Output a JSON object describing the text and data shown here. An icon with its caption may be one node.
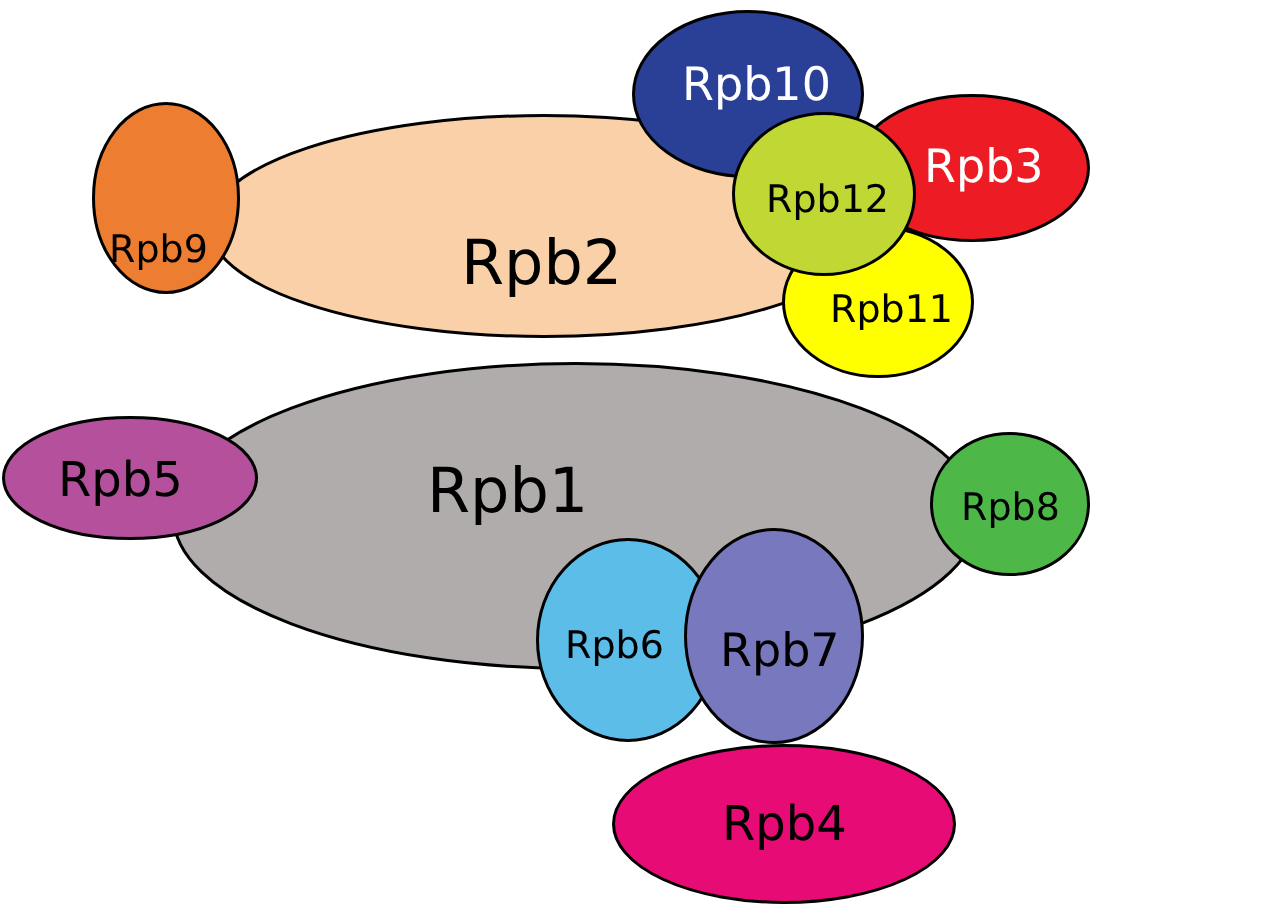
{
  "diagram": {
    "nodes": [
      {
        "text": [
          "Rpb10"
        ]
      },
      {
        "text": [
          "Rpb3"
        ]
      },
      {
        "text": [
          "Rpb12"
        ]
      },
      {
        "text": [
          "Rpb9"
        ]
      },
      {
        "text": [
          "Rpb2"
        ]
      },
      {
        "text": [
          "Rpb11"
        ]
      },
      {
        "text": [
          "Rpb5"
        ]
      },
      {
        "text": [
          "Rpb1"
        ]
      },
      {
        "text": [
          "Rpb8"
        ]
      },
      {
        "text": [
          "Rpb6"
        ]
      },
      {
        "text": [
          "Rpb7"
        ]
      },
      {
        "text": [
          "Rpb4"
        ]
      }
    ]
  }
}
